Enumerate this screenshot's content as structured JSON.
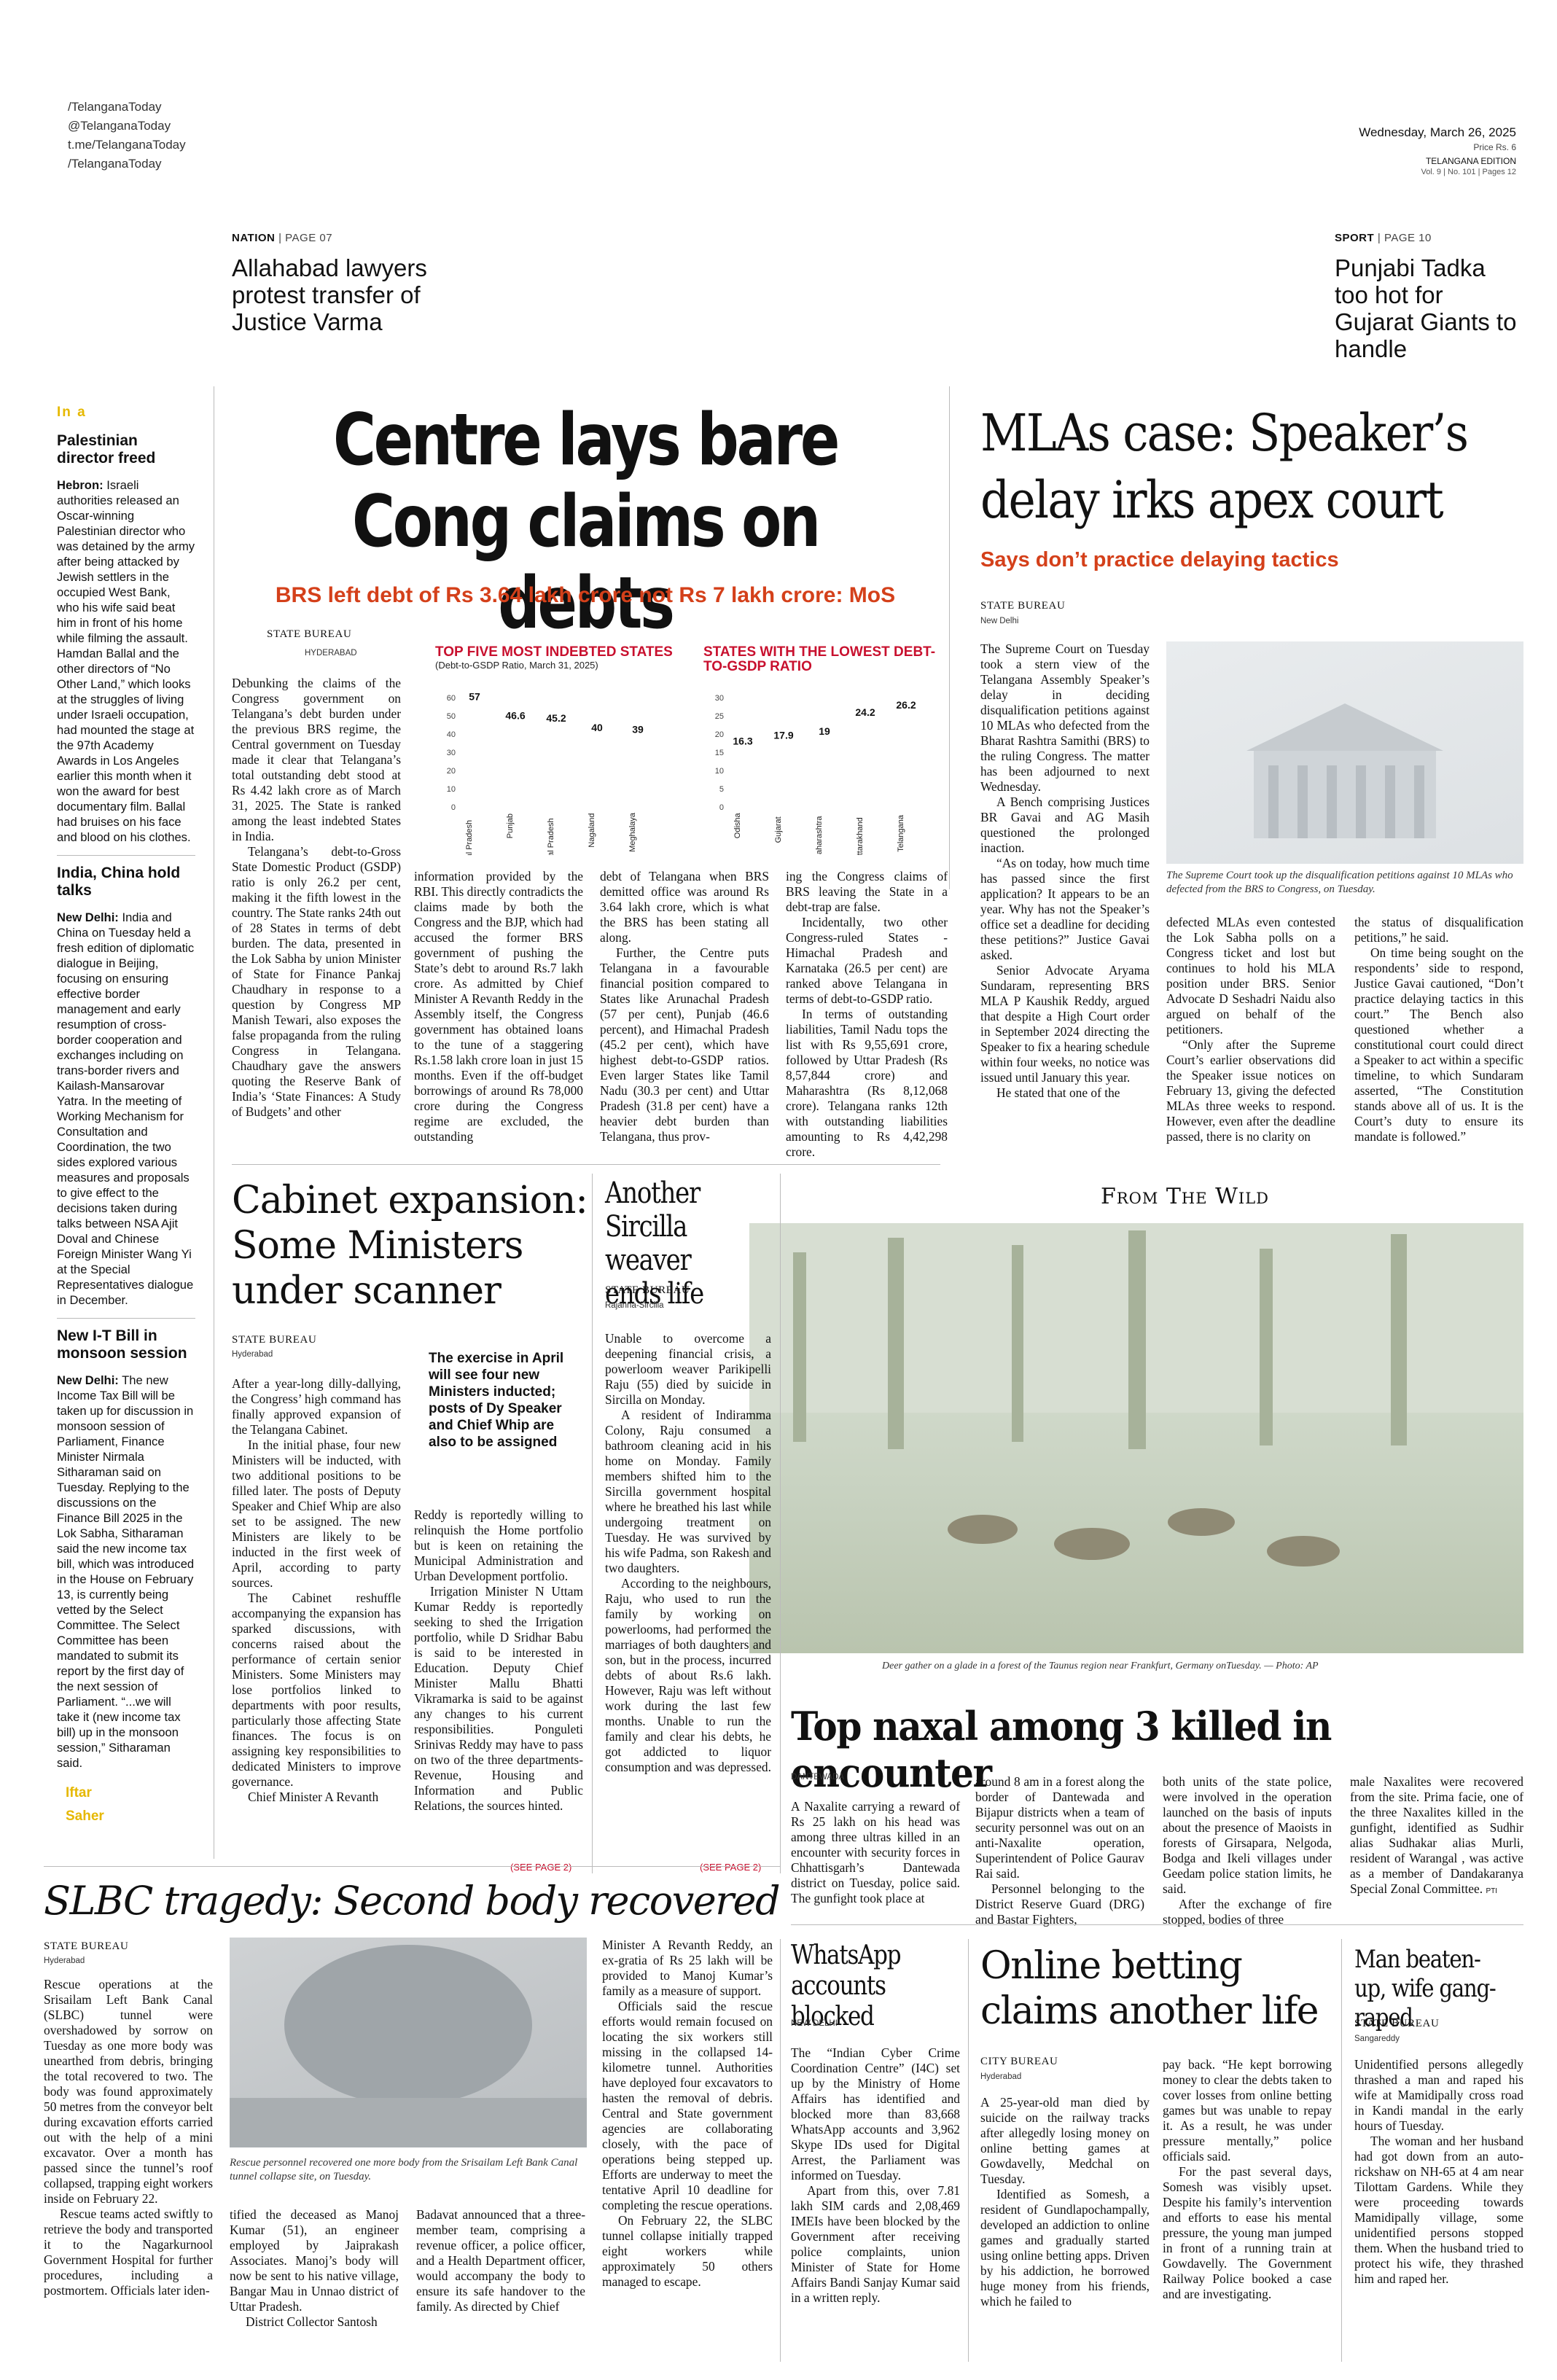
{
  "masthead": {
    "social": [
      "/TelanganaToday",
      "@TelanganaToday",
      "t.me/TelanganaToday",
      "/TelanganaToday"
    ],
    "date": "Wednesday, March 26, 2025",
    "price": "Price Rs. 6",
    "edition": "TELANGANA EDITION",
    "vol": "Vol. 9 | No. 101 | Pages 12"
  },
  "teasers": [
    {
      "section": "NATION",
      "page": "PAGE 07",
      "headline": "Allahabad lawyers protest transfer of Justice Varma"
    },
    {
      "section": "SPORT",
      "page": "PAGE 10",
      "headline": "Punjabi Tadka too hot for Gujarat Giants to handle"
    }
  ],
  "sidebar": {
    "label": "In a",
    "briefs": [
      {
        "title": "Palestinian director freed",
        "place": "Hebron:",
        "text": "Israeli authorities released an Oscar-winning Palestinian director who was detained by the army after being attacked by Jewish settlers in the occupied West Bank, who his wife said beat him in front of his home while filming the assault. Hamdan Ballal and the other directors of “No Other Land,” which looks at the struggles of living under Israeli occupation, had mounted the stage at the 97th Academy Awards in Los Angeles earlier this month when it won the award for best documentary film. Ballal had bruises on his face and blood on his clothes."
      },
      {
        "title": "India, China hold talks",
        "place": "New Delhi:",
        "text": "India and China on Tuesday held a fresh edition of diplomatic dialogue in Beijing, focusing on ensuring effective border management and early resumption of cross-border cooperation and exchanges including on trans-border rivers and Kailash-Mansarovar Yatra. In the meeting of Working Mechanism for Consultation and Coordination, the two sides explored various measures and proposals to give effect to the decisions taken during talks between NSA Ajit Doval and Chinese Foreign Minister Wang Yi at the Special Representatives dialogue in December."
      },
      {
        "title": "New I-T Bill in monsoon session",
        "place": "New Delhi:",
        "text": "The new Income Tax Bill will be taken up for discussion in monsoon session of Parliament, Finance Minister Nirmala Sitharaman said on Tuesday. Replying to the discussions on the Finance Bill 2025 in the Lok Sabha, Sitharaman said the new income tax bill, which was introduced in the House on February 13, is currently being vetted by the Select Committee. The Select Committee has been mandated to submit its report by the first day of the next session of Parliament. “...we will take it (new income tax bill) up in the monsoon session,” Sitharaman said."
      }
    ],
    "footer": [
      "Iftar",
      "Saher"
    ]
  },
  "lead": {
    "headline": "Centre lays bare Cong claims on debts",
    "subhead": "BRS left debt of Rs 3.64 lakh crore not Rs 7 lakh crore: MoS",
    "byline": "STATE BUREAU",
    "dateline": "HYDERABAD",
    "col1": [
      "Debunking the claims of the Congress government on Telangana’s debt burden under the previous BRS regime, the Central government on Tuesday made it clear that Telangana’s total outstanding debt stood at Rs 4.42 lakh crore as of March 31, 2025. The State is ranked among the least indebted States in India.",
      "Telangana’s debt-to-Gross State Domestic Product (GSDP) ratio is only 26.2 per cent, making it the fifth lowest in the country. The State ranks 24th out of 28 States in terms of debt burden. The data, presented in the Lok Sabha by union Minister of State for Finance Pankaj Chaudhary in response to a question by Congress MP Manish Tewari, also exposes the false propaganda from the ruling Congress in Telangana. Chaudhary gave the answers quoting the Reserve Bank of India’s ‘State Finances: A Study of Budgets’ and other"
    ],
    "col2": [
      "information provided by the RBI. This directly contradicts the claims made by both the Congress and the BJP, which had accused the former BRS government of pushing the State’s debt to around Rs.7 lakh crore. As admitted by Chief Minister A Revanth Reddy in the Assembly itself, the Congress government has obtained loans to the tune of a staggering Rs.1.58 lakh crore loan in just 15 months. Even if the off-budget borrowings of around Rs 78,000 crore during the Congress regime are excluded, the outstanding"
    ],
    "col3": [
      "debt of Telangana when BRS demitted office was around Rs 3.64 lakh crore, which is what the BRS has been stating all along.",
      "Further, the Centre puts Telangana in a favourable financial position compared to States like Arunachal Pradesh (57 per cent), Punjab (46.6 percent), and Himachal Pradesh (45.2 per cent), which have highest debt-to-GSDP ratios. Even larger States like Tamil Nadu (30.3 per cent) and Uttar Pradesh (31.8 per cent) have a heavier debt burden than Telangana, thus prov-"
    ],
    "col4": [
      "ing the Congress claims of BRS leaving the State in a debt-trap are false.",
      "Incidentally, two other Congress-ruled States - Himachal Pradesh and Karnataka (26.5 per cent) are ranked above Telangana in terms of debt-to-GSDP ratio.",
      "In terms of outstanding liabilities, Tamil Nadu tops the list with Rs 9,55,691 crore, followed by Uttar Pradesh (Rs 8,57,844 crore) and Maharashtra (Rs 8,12,068 crore). Telangana ranks 12th with outstanding liabilities amounting to Rs 4,42,298 crore."
    ]
  },
  "chart_data": [
    {
      "type": "bar",
      "title": "TOP FIVE MOST INDEBTED STATES",
      "subtitle": "(Debt-to-GSDP Ratio, March 31, 2025)",
      "categories": [
        "Arunachal Pradesh",
        "Punjab",
        "Himachal Pradesh",
        "Nagaland",
        "Meghalaya"
      ],
      "values": [
        57,
        46.6,
        45.2,
        40,
        39
      ],
      "ylim": [
        0,
        60
      ],
      "yticks": [
        0,
        10,
        20,
        30,
        40,
        50,
        60
      ],
      "labels": [
        "57",
        "46.6",
        "45.2",
        "40",
        "39"
      ]
    },
    {
      "type": "bar",
      "title": "STATES WITH THE LOWEST DEBT-TO-GSDP RATIO",
      "categories": [
        "Odisha",
        "Gujarat",
        "Maharashtra",
        "Uttarakhand",
        "Telangana"
      ],
      "values": [
        16.3,
        17.9,
        19,
        24.2,
        26.2
      ],
      "ylim": [
        0,
        30
      ],
      "yticks": [
        0,
        5,
        10,
        15,
        20,
        25,
        30
      ],
      "labels": [
        "16.3",
        "17.9",
        "19",
        "24.2",
        "26.2"
      ]
    }
  ],
  "sc": {
    "headline": "MLAs case: Speaker’s delay irks apex court",
    "subhead": "Says don’t practice delaying tactics",
    "byline": "STATE BUREAU",
    "dateline": "New Delhi",
    "col1": [
      "The Supreme Court on Tuesday took a stern view of the Telangana Assembly Speaker’s delay in deciding disqualification petitions against 10 MLAs who defected from the Bharat Rashtra Samithi (BRS) to the ruling Congress. The matter has been adjourned to next Wednesday.",
      "A Bench comprising Justices BR Gavai and AG Masih questioned the prolonged inaction.",
      "“As on today, how much time has passed since the first application? It appears to be an year. Why has not the Speaker’s office set a deadline for deciding these petitions?” Justice Gavai asked.",
      "Senior Advocate Aryama Sundaram, representing BRS MLA P Kaushik Reddy, argued that despite a High Court order in September 2024 directing the Speaker to fix a hearing schedule within four weeks, no notice was issued until January this year.",
      "He stated that one of the"
    ],
    "col2": [
      "defected MLAs even contested the Lok Sabha polls on a Congress ticket and lost but continues to hold his MLA position under BRS. Senior Advocate D Seshadri Naidu also argued on behalf of the petitioners.",
      "“Only after the Supreme Court’s earlier observations did the Speaker issue notices on February 13, giving the defected MLAs three weeks to respond. However, even after the deadline passed, there is no clarity on"
    ],
    "col3": [
      "the status of disqualification petitions,” he said.",
      "On time being sought on the respondents’ side to respond, Justice Gavai cautioned, “Don’t practice delaying tactics in this court.” The Bench also questioned whether a constitutional court could direct a Speaker to act within a specific timeline, to which Sundaram asserted, “The Constitution stands above all of us. It is the Court’s duty to ensure its mandate is followed.”"
    ],
    "caption": "The Supreme Court took up the disqualification petitions against 10 MLAs who defected from the BRS to Congress, on Tuesday."
  },
  "wild": {
    "label": "From The Wild",
    "caption": "Deer gather on a glade in a forest of the Taunus region near Frankfurt, Germany onTuesday. — Photo: AP"
  },
  "cabinet": {
    "headline": "Cabinet expansion: Some Ministers under scanner",
    "byline": "STATE BUREAU",
    "dateline": "Hyderabad",
    "pullquote": "The exercise in April will see four new Ministers inducted; posts of Dy Speaker and Chief Whip are also to be assigned",
    "col1": [
      "After a year-long dilly-dallying, the Congress’ high command has finally approved expansion of the Telangana Cabinet.",
      "In the initial phase, four new Ministers will be inducted, with two additional positions to be filled later. The posts of Deputy Speaker and Chief Whip are also set to be assigned. The new Ministers are likely to be inducted in the first week of April, according to party sources.",
      "The Cabinet reshuffle accompanying the expansion has sparked discussions, with concerns raised about the performance of certain senior Ministers. Some Ministers may lose portfolios linked to departments with poor results, particularly those affecting State finances. The focus is on assigning key responsibilities to dedicated Ministers to improve governance.",
      "Chief Minister A Revanth"
    ],
    "col2": [
      "Reddy is reportedly willing to relinquish the Home portfolio but is keen on retaining the Municipal Administration and Urban Development portfolio.",
      "Irrigation Minister N Uttam Kumar Reddy is reportedly seeking to shed the Irrigation portfolio, while D Sridhar Babu is said to be interested in Education. Deputy Chief Minister Mallu Bhatti Vikramarka is said to be against any changes to his current responsibilities. Ponguleti Srinivas Reddy may have to pass on two of the three departments- Revenue, Housing and Information and Public Relations, the sources hinted."
    ],
    "cont": "(SEE PAGE 2)"
  },
  "weaver": {
    "headline": "Another Sircilla weaver ends life",
    "byline": "STATE BUREAU",
    "dateline": "Rajanna-Sircilla",
    "col1": [
      "Unable to overcome a deepening financial crisis, a powerloom weaver Parikipelli Raju (55) died by suicide in Sircilla on Monday.",
      "A resident of Indiramma Colony, Raju consumed a bathroom cleaning acid in his home on Monday. Family members shifted him to the Sircilla government hospital where he breathed his last while undergoing treatment on Tuesday. He was survived by his wife Padma, son Rakesh and two daughters.",
      "According to the neighbours, Raju, who used to run the family by working on powerlooms, had performed the marriages of both daughters and son, but in the process, incurred debts of about Rs.6 lakh. However, Raju was left without work during the last few months. Unable to run the family and clear his debts, he got addicted to liquor consumption and was depressed."
    ],
    "cont": "(SEE PAGE 2)"
  },
  "naxal": {
    "headline": "Top naxal among 3 killed in encounter",
    "dateline": "DANTEWADA",
    "col1": [
      "A Naxalite carrying a reward of Rs 25 lakh on his head was among three ultras killed in an encounter with security forces in Chhattisgarh’s Dantewada district on Tuesday, police said. The gunfight took place at"
    ],
    "col2": [
      "around 8 am in a forest along the border of Dantewada and Bijapur districts when a team of security personnel was out on an anti-Naxalite operation, Superintendent of Police Gaurav Rai said.",
      "Personnel belonging to the District Reserve Guard (DRG) and Bastar Fighters,"
    ],
    "col3": [
      "both units of the state police, were involved in the operation launched on the basis of inputs about the presence of Maoists in forests of Girsapara, Nelgoda, Bodga and Ikeli villages under Geedam police station limits, he said.",
      "After the exchange of fire stopped, bodies of three"
    ],
    "col4": [
      "male Naxalites were recovered from the site. Prima facie, one of the three Naxalites killed in the gunfight, identified as Sudhir alias Sudhakar alias Murli, resident of Warangal , was active as a member of Dandakaranya Special Zonal Committee."
    ],
    "pti": "PTI"
  },
  "slbc": {
    "headline": "SLBC tragedy: Second body recovered",
    "byline": "STATE BUREAU",
    "dateline": "Hyderabad",
    "col1": [
      "Rescue operations at the Srisailam Left Bank Canal (SLBC) tunnel were overshadowed by sorrow on Tuesday as one more body was unearthed from debris, bringing the total recovered to two. The body was found approximately 50 metres from the conveyor belt during excavation efforts carried out with the help of a mini excavator. Over a month has passed since the tunnel’s roof collapsed, trapping eight workers inside on February 22.",
      "Rescue teams acted swiftly to retrieve the body and transported it to the Nagarkurnool Government Hospital for further procedures, including a postmortem. Officials later iden-"
    ],
    "col2": [
      "tified the deceased as Manoj Kumar (51), an engineer employed by Jaiprakash Associates. Manoj’s body will now be sent to his native village, Bangar Mau in Unnao district of Uttar Pradesh.",
      "District Collector Santosh"
    ],
    "col3": [
      "Badavat announced that a three-member team, comprising a revenue officer, a police officer, and a Health Department officer, would accompany the body to ensure its safe handover to the family. As directed by Chief"
    ],
    "col4": [
      "Minister A Revanth Reddy, an ex-gratia of Rs 25 lakh will be provided to Manoj Kumar’s family as a measure of support.",
      "Officials said the rescue efforts would remain focused on locating the six workers still missing in the collapsed 14-kilometre tunnel. Authorities have deployed four excavators to hasten the removal of debris. Central and State government agencies are collaborating closely, with the pace of operations being stepped up. Efforts are underway to meet the tentative April 10 deadline for completing the rescue operations.",
      "On February 22, the SLBC tunnel collapse initially trapped eight workers while approximately 50 others managed to escape."
    ],
    "caption": "Rescue personnel recovered one more body from the Srisailam Left Bank Canal tunnel collapse site, on Tuesday."
  },
  "whatsapp": {
    "headline": "WhatsApp accounts blocked",
    "dateline": "NEW DELHI",
    "col1": [
      "The “Indian Cyber Crime Coordination Centre” (I4C) set up by the Ministry of Home Affairs has identified and blocked more than 83,668 WhatsApp accounts and 3,962 Skype IDs used for Digital Arrest, the Parliament was informed on Tuesday.",
      "Apart from this, over 7.81 lakh SIM cards and 2,08,469 IMEIs have been blocked by the Government after receiving police complaints, union Minister of State for Home Affairs Bandi Sanjay Kumar said in a written reply."
    ]
  },
  "betting": {
    "headline": "Online betting claims another life",
    "byline": "CITY BUREAU",
    "dateline": "Hyderabad",
    "col1": [
      "A 25-year-old man died by suicide on the railway tracks after allegedly losing money on online betting games at Gowdavelly, Medchal on Tuesday.",
      "Identified as Somesh, a resident of Gundlapochampally, developed an addiction to online games and gradually started using online betting apps. Driven by his addiction, he borrowed huge money from his friends, which he failed to"
    ],
    "col2": [
      "pay back. “He kept borrowing money to clear the debts taken to cover losses from online betting games but was unable to repay it. As a result, he was under pressure mentally,” police officials said.",
      "For the past several days, Somesh was visibly upset. Despite his family’s intervention and efforts to ease his mental pressure, the young man jumped in front of a running train at Gowdavelly. The Government Railway Police booked a case and are investigating."
    ]
  },
  "gangrape": {
    "headline": "Man beaten-up, wife gang-raped",
    "byline": "STATE BUREAU",
    "dateline": "Sangareddy",
    "col1": [
      "Unidentified persons allegedly thrashed a man and raped his wife at Mamidipally cross road in Kandi mandal in the early hours of Tuesday.",
      "The woman and her husband had got down from an auto-rickshaw on NH-65 at 4 am near Tilottam Gardens. While they were proceeding towards Mamidipally village, some unidentified persons stopped them. When the husband tried to protect his wife, they thrashed him and raped her."
    ]
  }
}
